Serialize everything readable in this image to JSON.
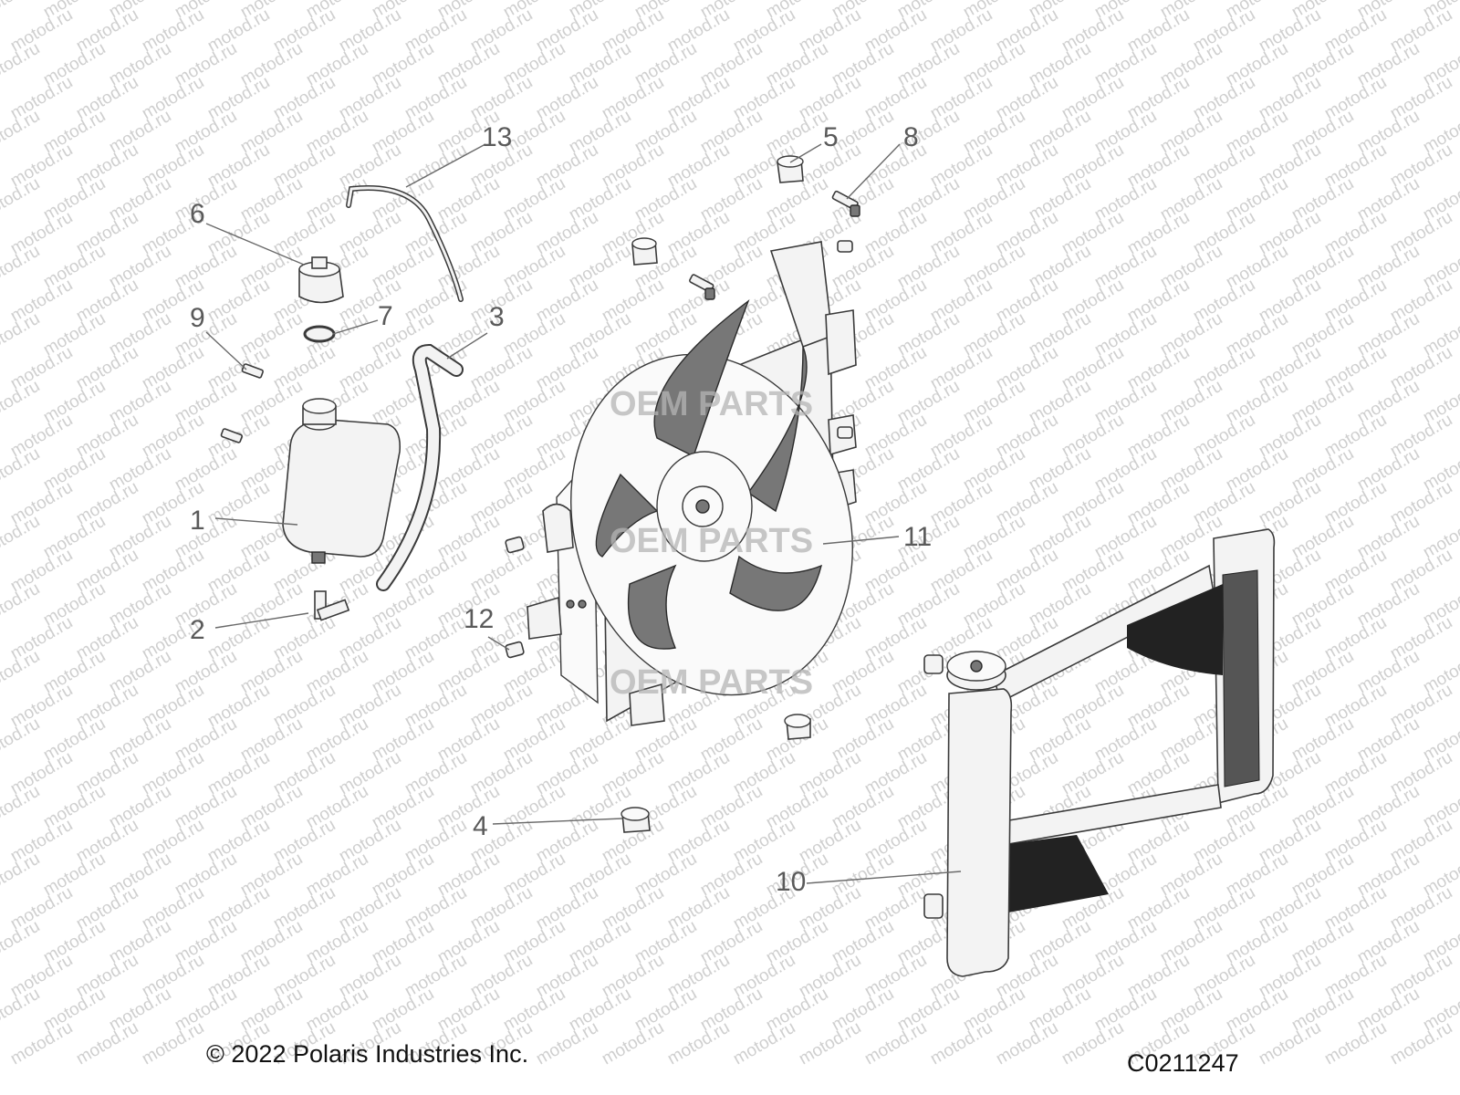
{
  "watermark": {
    "text": "motod.ru",
    "overlay_text": "OEM PARTS"
  },
  "callouts": [
    {
      "label": "1",
      "part": "coolant-reservoir"
    },
    {
      "label": "2",
      "part": "elbow-fitting"
    },
    {
      "label": "3",
      "part": "hose"
    },
    {
      "label": "4",
      "part": "grommet-lower"
    },
    {
      "label": "5",
      "part": "grommet-upper"
    },
    {
      "label": "6",
      "part": "reservoir-cap"
    },
    {
      "label": "7",
      "part": "o-ring"
    },
    {
      "label": "8",
      "part": "bolt"
    },
    {
      "label": "9",
      "part": "reservoir-screw"
    },
    {
      "label": "10",
      "part": "radiator"
    },
    {
      "label": "11",
      "part": "fan-shroud-assembly"
    },
    {
      "label": "12",
      "part": "stud"
    },
    {
      "label": "13",
      "part": "vent-tube"
    }
  ],
  "footer": {
    "copyright": "© 2022 Polaris Industries Inc.",
    "figure_id": "C0211247"
  },
  "colors": {
    "line": "#3a3a3a",
    "callout_text": "#5a5a5a",
    "watermark": "#cfcfcf"
  }
}
